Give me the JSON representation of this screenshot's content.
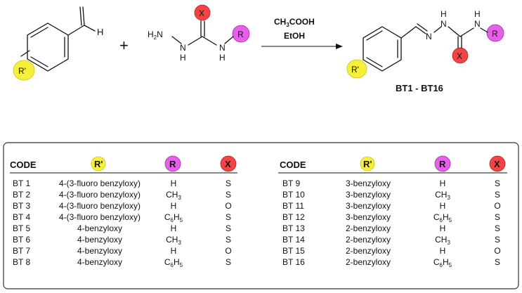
{
  "reaction": {
    "aldehyde_h": "H",
    "r_prime": "R'",
    "plus": "+",
    "reagent": {
      "x": "X",
      "h2n": "H",
      "h2n_sub": "2",
      "h2n_n": "N",
      "nh1_n": "N",
      "nh1_h": "H",
      "nh2_n": "N",
      "nh2_h": "H",
      "r": "R"
    },
    "conditions": {
      "acid_ch": "CH",
      "acid_sub": "3",
      "acid_rest": "COOH",
      "solvent": "EtOH"
    },
    "product": {
      "n1": "N",
      "n2_n": "N",
      "n2_h": "H",
      "n3_n": "N",
      "n3_h": "H",
      "x": "X",
      "r": "R",
      "r_prime": "R'",
      "label": "BT1 - BT16"
    }
  },
  "table": {
    "headers": {
      "code": "CODE",
      "rprime": "R'",
      "r": "R",
      "x": "X"
    },
    "left": [
      {
        "code": "BT 1",
        "rprime": "4-(3-fluoro benzyloxy)",
        "r": "H",
        "r_sub": "",
        "x": "S"
      },
      {
        "code": "BT 2",
        "rprime": "4-(3-fluoro benzyloxy)",
        "r": "CH",
        "r_sub": "3",
        "x": "S"
      },
      {
        "code": "BT 3",
        "rprime": "4-(3-fluoro benzyloxy)",
        "r": "H",
        "r_sub": "",
        "x": "O"
      },
      {
        "code": "BT 4",
        "rprime": "4-(3-fluoro benzyloxy)",
        "r": "C6H5",
        "r_sub": "",
        "x": "S"
      },
      {
        "code": "BT 5",
        "rprime": "4-benzyloxy",
        "r": "H",
        "r_sub": "",
        "x": "S"
      },
      {
        "code": "BT 6",
        "rprime": "4-benzyloxy",
        "r": "CH",
        "r_sub": "3",
        "x": "S"
      },
      {
        "code": "BT 7",
        "rprime": "4-benzyloxy",
        "r": "H",
        "r_sub": "",
        "x": "O"
      },
      {
        "code": "BT 8",
        "rprime": "4-benzyloxy",
        "r": "C6H5",
        "r_sub": "",
        "x": "S"
      }
    ],
    "right": [
      {
        "code": "BT 9",
        "rprime": "3-benzyloxy",
        "r": "H",
        "r_sub": "",
        "x": "S"
      },
      {
        "code": "BT 10",
        "rprime": "3-benzyloxy",
        "r": "CH",
        "r_sub": "3",
        "x": "S"
      },
      {
        "code": "BT 11",
        "rprime": "3-benzyloxy",
        "r": "H",
        "r_sub": "",
        "x": "O"
      },
      {
        "code": "BT 12",
        "rprime": "3-benzyloxy",
        "r": "C6H5",
        "r_sub": "",
        "x": "S"
      },
      {
        "code": "BT 13",
        "rprime": "2-benzyloxy",
        "r": "H",
        "r_sub": "",
        "x": "S"
      },
      {
        "code": "BT 14",
        "rprime": "2-benzyloxy",
        "r": "CH",
        "r_sub": "3",
        "x": "S"
      },
      {
        "code": "BT 15",
        "rprime": "2-benzyloxy",
        "r": "H",
        "r_sub": "",
        "x": "O"
      },
      {
        "code": "BT 16",
        "rprime": "2-benzyloxy",
        "r": "C6H5",
        "r_sub": "",
        "x": "S"
      }
    ]
  },
  "colors": {
    "rprime_fill": "#f7f03a",
    "r_fill": "#e55fe8",
    "x_fill": "#f04545",
    "ink": "#111111",
    "box_border": "#333333"
  }
}
